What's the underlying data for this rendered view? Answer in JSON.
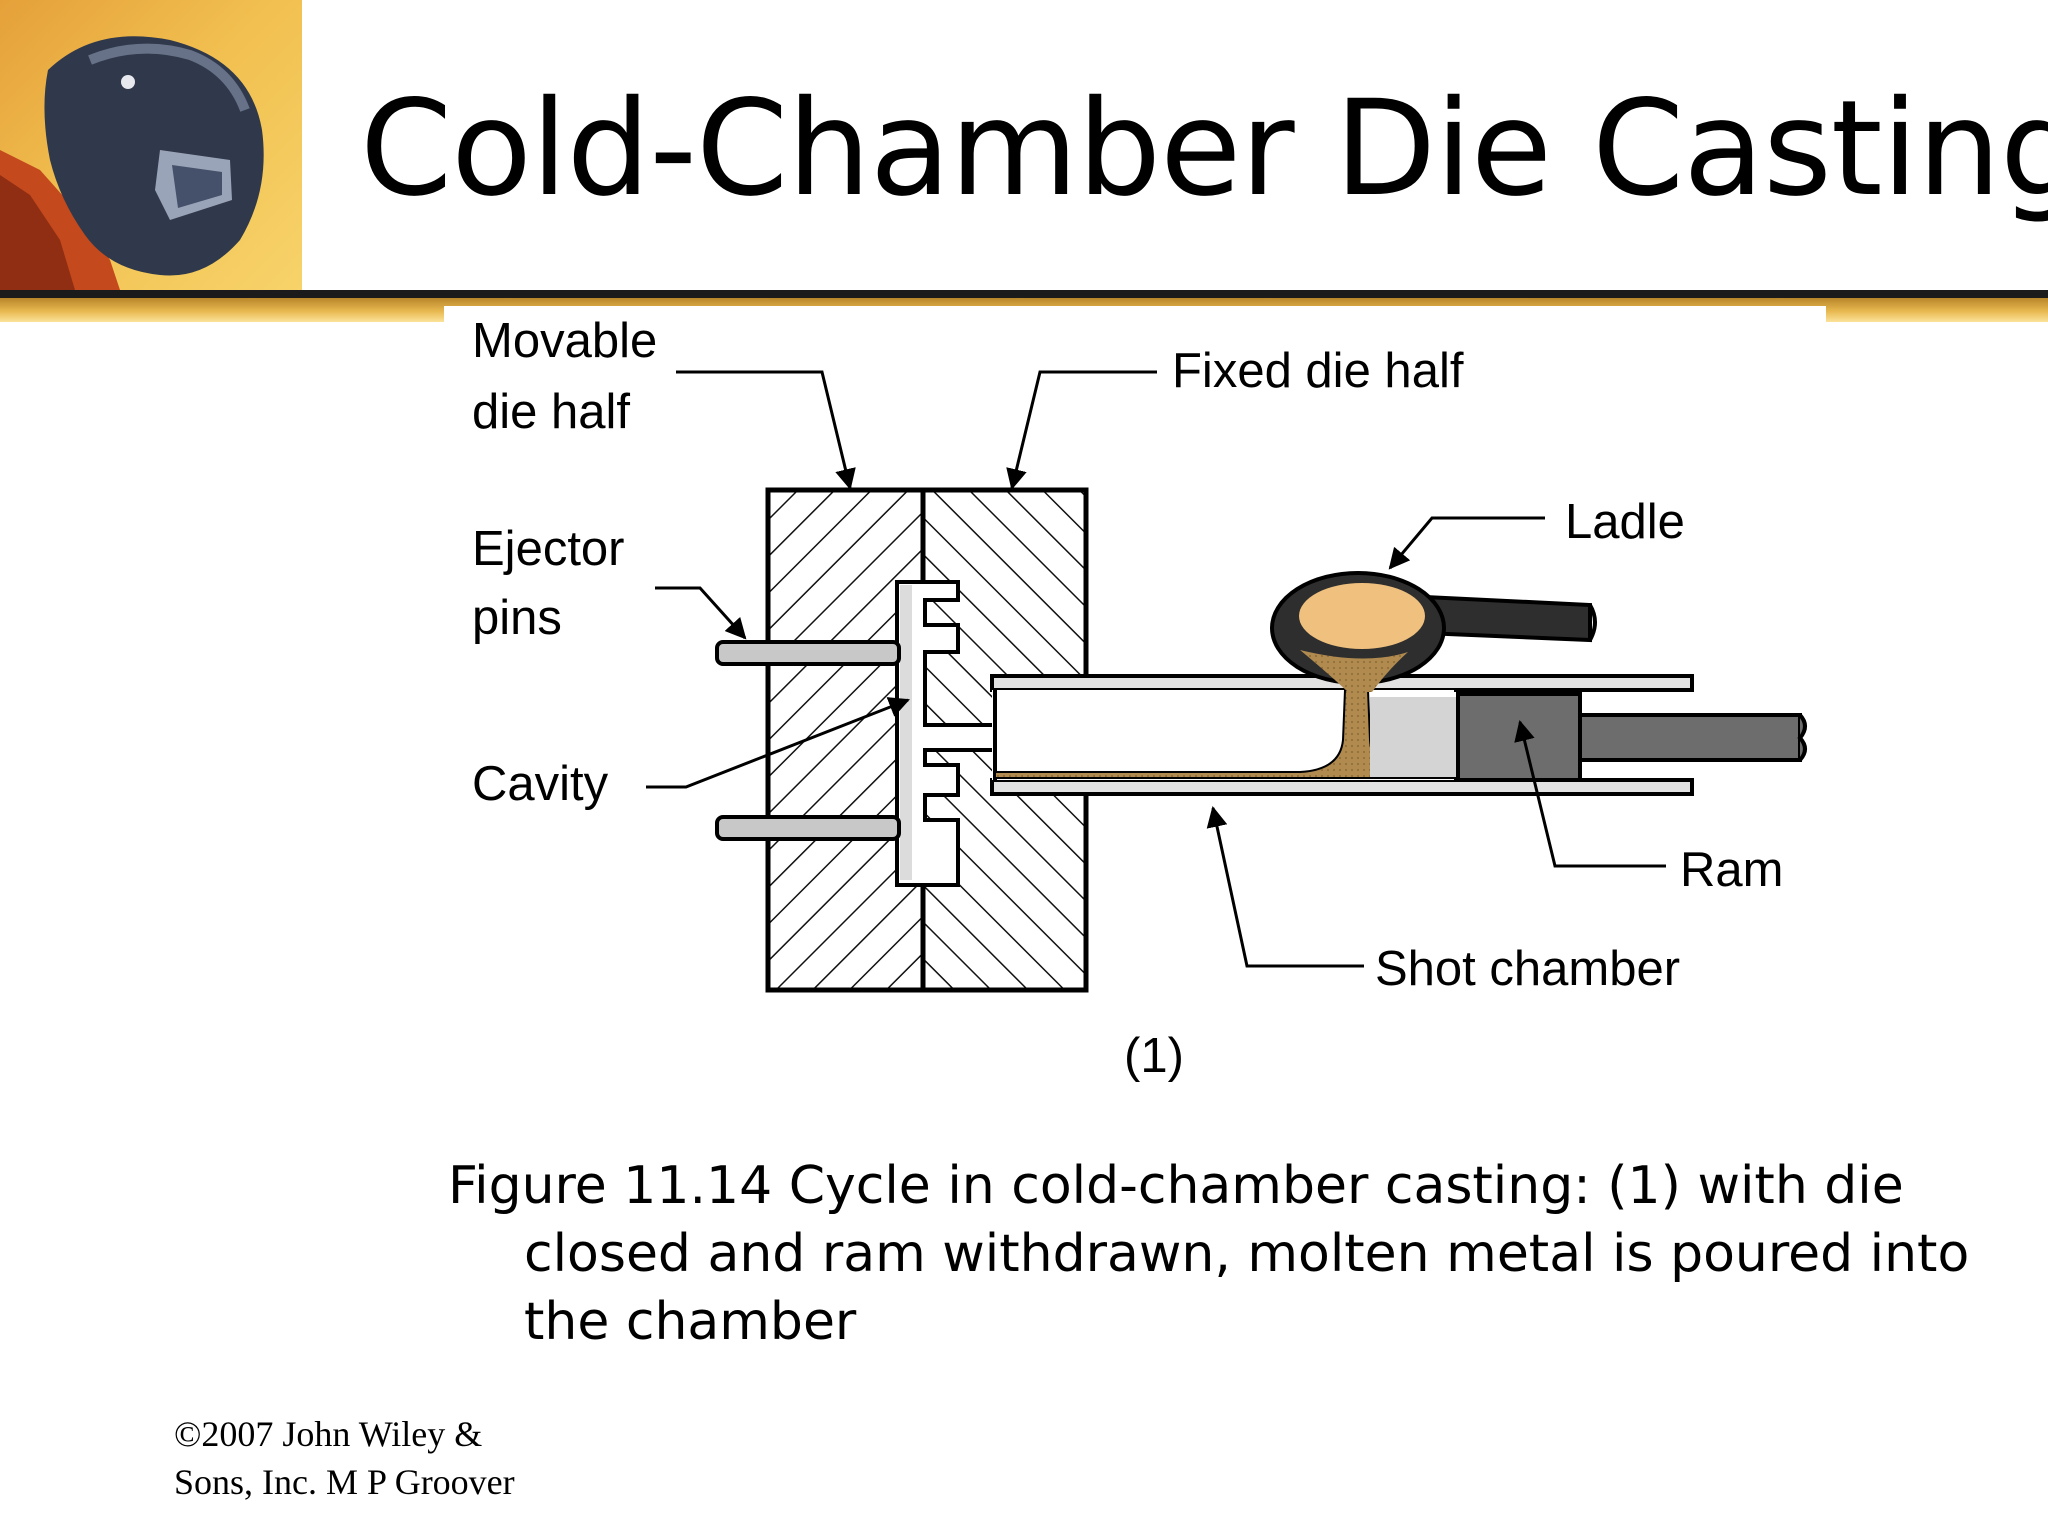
{
  "slide": {
    "title": "Cold-Chamber Die Casting",
    "caption": "Figure 11.14  Cycle in cold-chamber casting: (1) with die closed and ram withdrawn, molten metal is poured into the chamber",
    "copyright": "©2007 John Wiley & Sons, Inc.  M P Groover"
  },
  "diagram": {
    "labels": {
      "movable_die_line1": "Movable",
      "movable_die_line2": "die half",
      "fixed_die": "Fixed die half",
      "ejector_line1": "Ejector",
      "ejector_line2": "pins",
      "cavity": "Cavity",
      "ladle": "Ladle",
      "ram": "Ram",
      "shot_chamber": "Shot chamber",
      "step": "(1)"
    }
  },
  "colors": {
    "molten_metal": "#b08a4e",
    "ladle_metal": "#f0c07e",
    "ram": "#6d6d6d",
    "pin": "#c8c8c8",
    "gold_rule": "#e8b850"
  }
}
